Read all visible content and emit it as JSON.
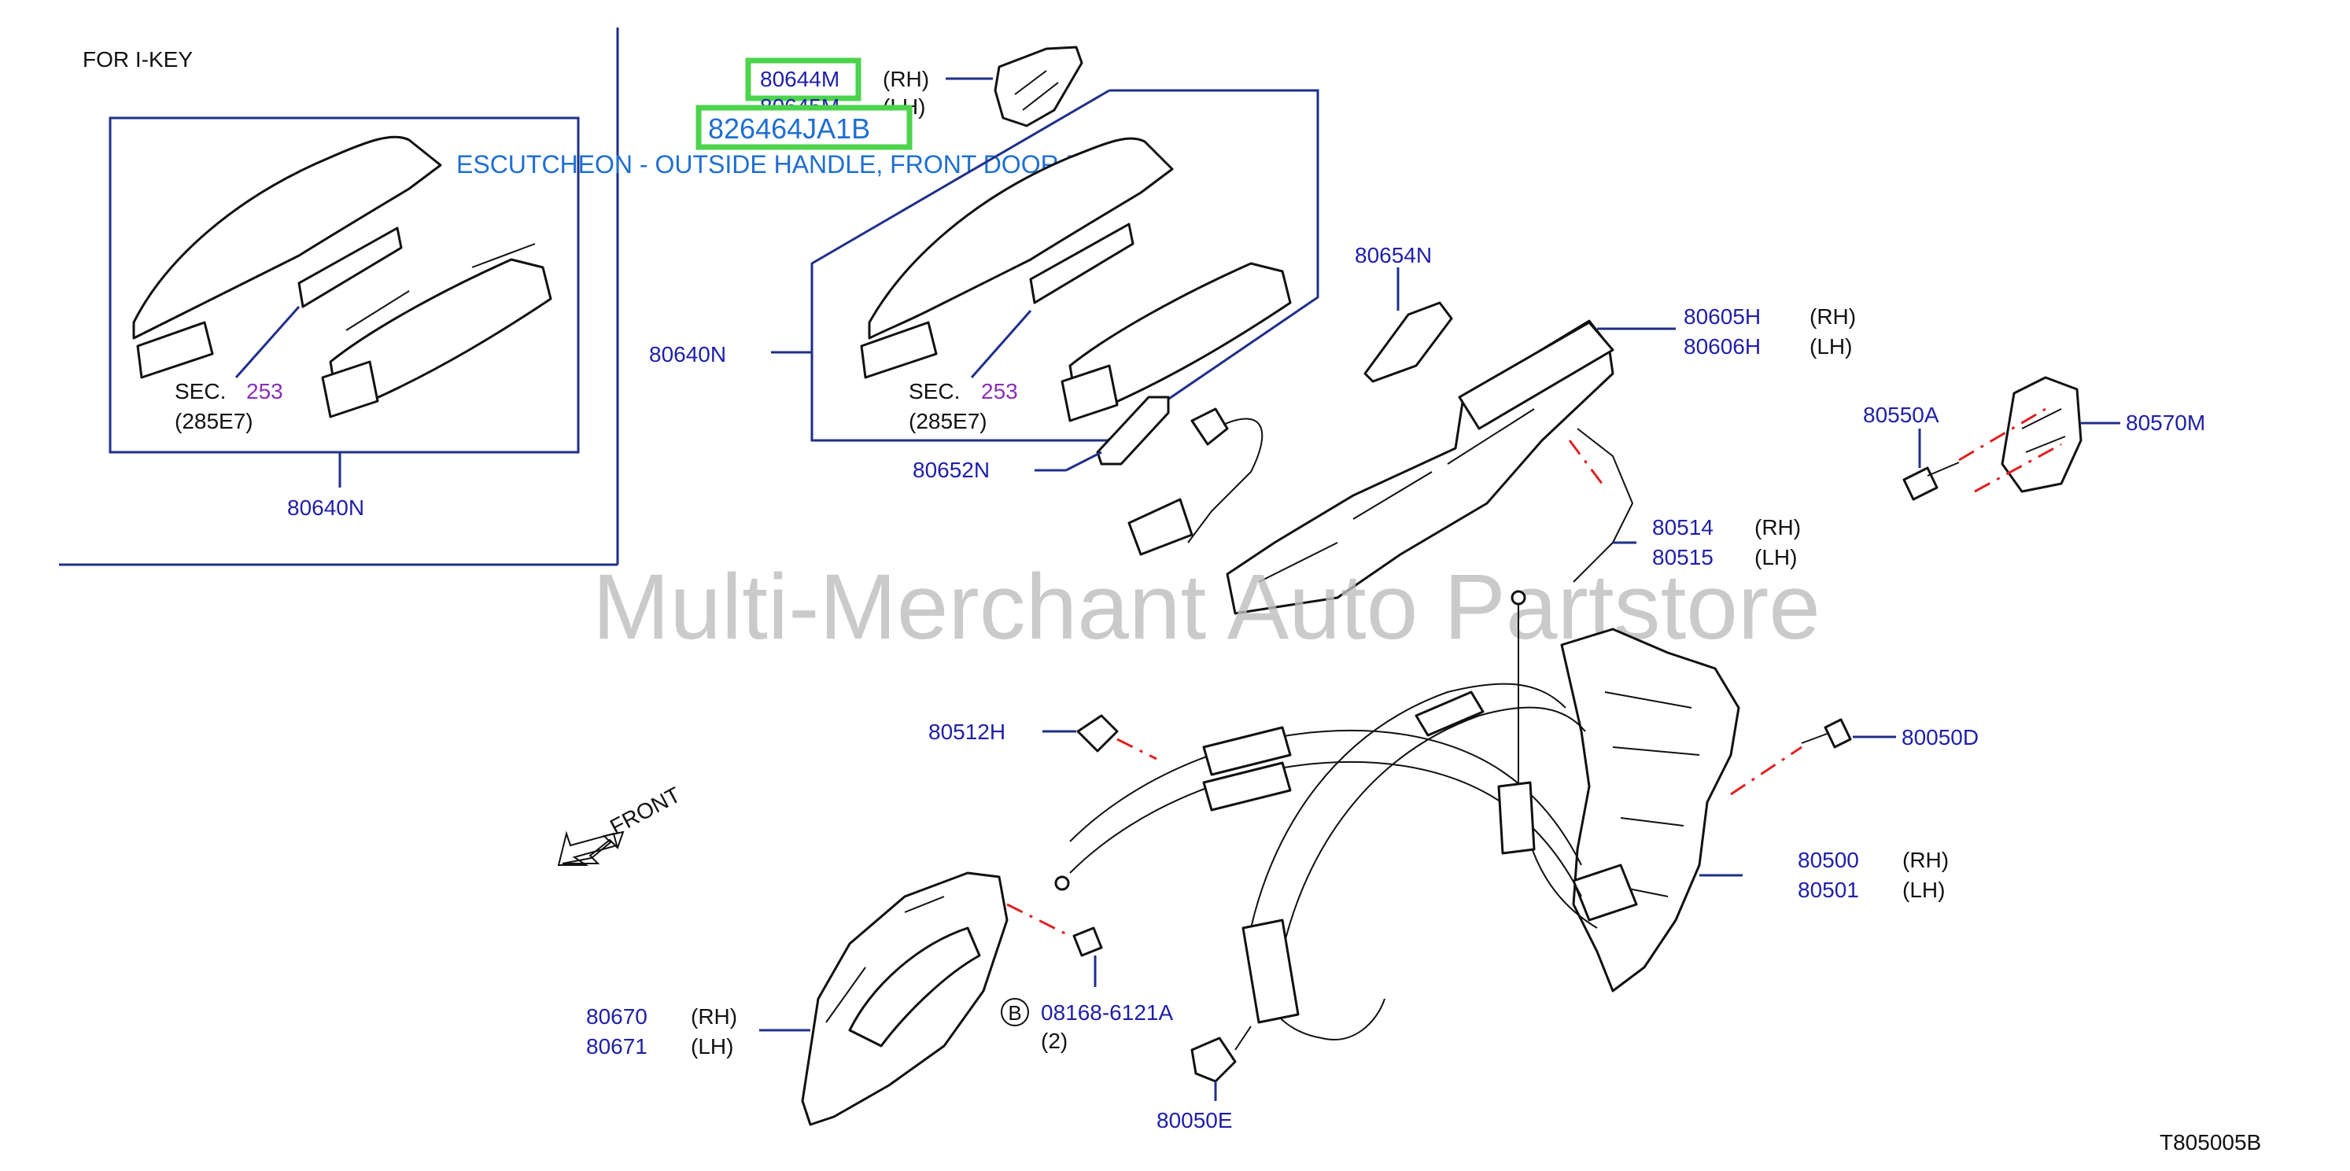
{
  "header": {
    "for_ikey": "FOR   I-KEY"
  },
  "labels": {
    "p80644M": "80644M",
    "p80644M_side": "(RH)",
    "p80645M": "80645M",
    "p80645M_side": "(LH)",
    "highlight_part": "826464JA1B",
    "highlight_desc": "ESCUTCHEON - OUTSIDE HANDLE, FRONT DOOR RH",
    "p80640N_left": "80640N",
    "p80640N_mid": "80640N",
    "sec_label": "SEC.",
    "sec_num": "253",
    "sec_code": "(285E7)",
    "p80654N": "80654N",
    "p80605H": "80605H",
    "p80605H_side": "(RH)",
    "p80606H": "80606H",
    "p80606H_side": "(LH)",
    "p80550A": "80550A",
    "p80570M": "80570M",
    "p80652N": "80652N",
    "p80514": "80514",
    "p80514_side": "(RH)",
    "p80515": "80515",
    "p80515_side": "(LH)",
    "p80512H": "80512H",
    "p80050D": "80050D",
    "front": "FRONT",
    "p80500": "80500",
    "p80500_side": "(RH)",
    "p80501": "80501",
    "p80501_side": "(LH)",
    "p80670": "80670",
    "p80670_side": "(RH)",
    "p80671": "80671",
    "p80671_side": "(LH)",
    "bolt_letter": "B",
    "p08168": "08168-6121A",
    "bolt_qty": "(2)",
    "p80050E": "80050E",
    "diagram_code": "T805005B"
  },
  "watermark": "Multi-Merchant Auto Partstore",
  "colors": {
    "part_number": "#1f1fa8",
    "highlight_box": "#4cd34c",
    "highlight_text": "#1f6fd1",
    "sec_number": "#8a2fb5",
    "dash_line": "#e02020"
  }
}
